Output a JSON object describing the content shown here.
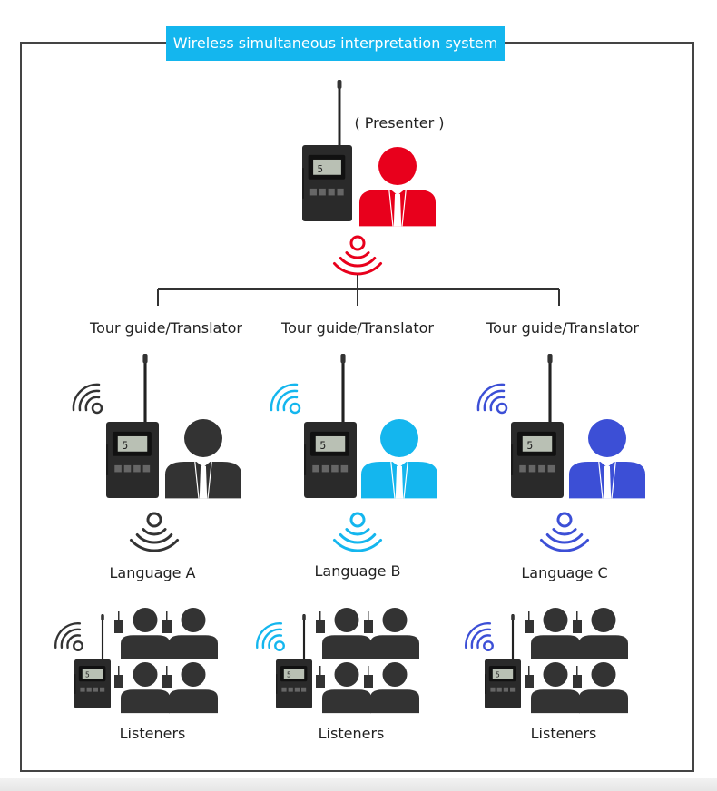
{
  "title": "Wireless simultaneous interpretation system",
  "presenter": {
    "label": "( Presenter )",
    "color": "#e8001c"
  },
  "guides": [
    {
      "label": "Tour guide/Translator",
      "language": "Language A",
      "color": "#333333"
    },
    {
      "label": "Tour guide/Translator",
      "language": "Language B",
      "color": "#14b6ee"
    },
    {
      "label": "Tour guide/Translator",
      "language": "Language C",
      "color": "#3c4fd6"
    }
  ],
  "listeners": [
    {
      "label": "Listeners",
      "color": "#333333"
    },
    {
      "label": "Listeners",
      "color": "#14b6ee"
    },
    {
      "label": "Listeners",
      "color": "#3c4fd6"
    }
  ],
  "icons": {
    "device": "wireless-transmitter-icon",
    "person": "person-icon",
    "signal": "signal-waves-icon"
  }
}
